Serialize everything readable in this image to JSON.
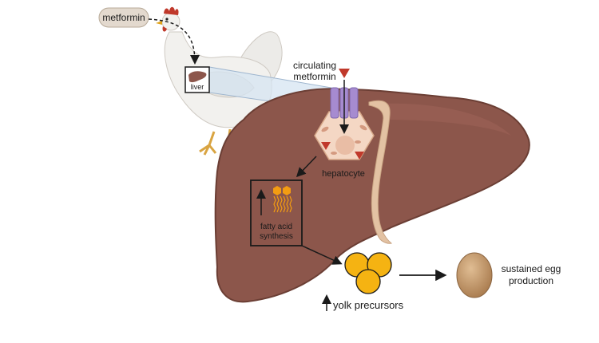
{
  "labels": {
    "metformin": "metformin",
    "liver": "liver",
    "circulating_line1": "circulating",
    "circulating_line2": "metformin",
    "hepatocyte": "hepatocyte",
    "fatty_acid_line1": "fatty acid",
    "fatty_acid_line2": "synthesis",
    "yolk_precursors": "yolk precursors",
    "egg_line1": "sustained egg",
    "egg_line2": "production"
  },
  "colors": {
    "liver": "#8c564b",
    "liver_dark": "#6b3e34",
    "ligament": "#e3c2a3",
    "transporter": "#a68bd0",
    "metformin_triangle": "#c0392b",
    "hepatocyte": "#f4d7c4",
    "fatty_acid": "#f39c12",
    "yolk": "#f5b312",
    "egg": "#c49a6c",
    "zoom_fill": "#d6e4f2"
  }
}
